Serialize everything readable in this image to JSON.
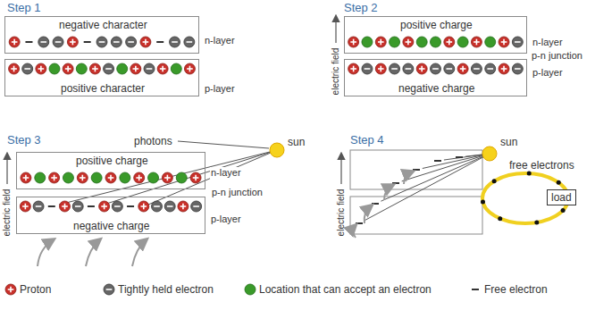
{
  "diagram": {
    "nodes": [
      {
        "text": [
          "negative character",
          "n-layer"
        ]
      },
      {
        "text": [
          "positive character",
          "p-layer"
        ]
      },
      {
        "text": [
          "positive charge",
          "n-layer"
        ]
      },
      {
        "text": [
          "negative charge",
          "p-layer"
        ]
      },
      {
        "text": [
          "positive charge",
          "n-layer"
        ]
      },
      {
        "text": [
          "negative charge",
          "p-layer"
        ]
      },
      {
        "text": [
          "load"
        ]
      }
    ],
    "labels": [
      "Step 1",
      "Step 2",
      "Step 3",
      "Step 4",
      "p-n junction",
      "p-n junction",
      "electric field",
      "electric field",
      "electric field",
      "photons",
      "sun",
      "sun",
      "free electrons"
    ],
    "legend": [
      {
        "text": "Proton",
        "color": "#c8302a"
      },
      {
        "text": "Tightly held electron",
        "color": "#666666"
      },
      {
        "text": "Location that can accept an electron",
        "color": "#3a9a2a"
      },
      {
        "text": "Free electron"
      }
    ]
  }
}
